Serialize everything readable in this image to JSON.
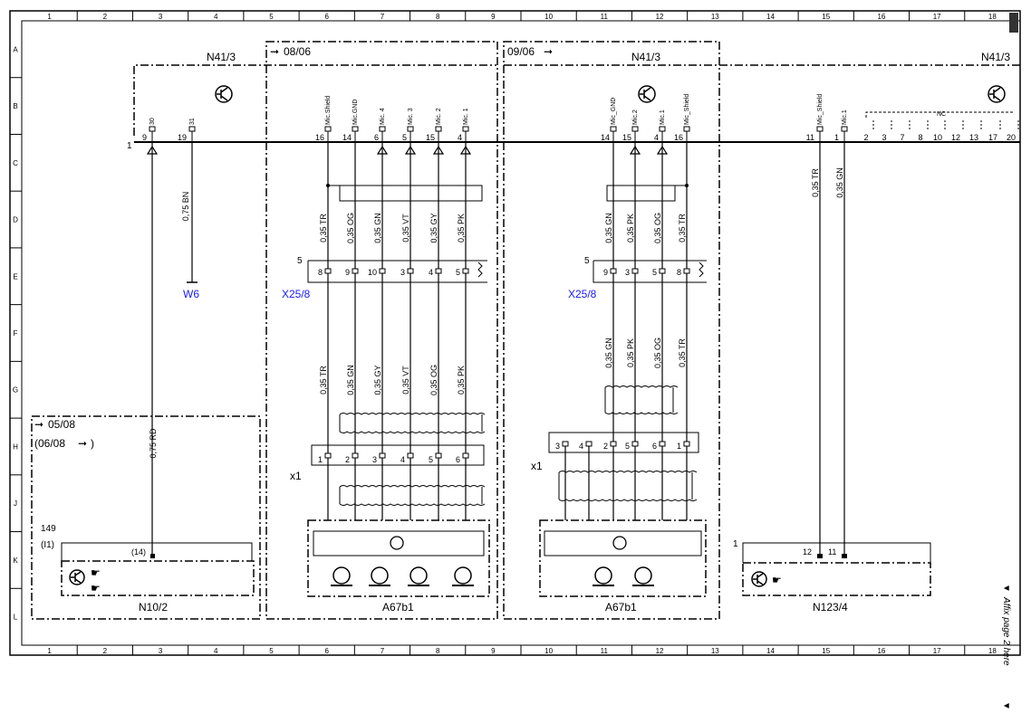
{
  "grid": {
    "columns": [
      "1",
      "2",
      "3",
      "4",
      "5",
      "6",
      "7",
      "8",
      "9",
      "10",
      "11",
      "12",
      "13",
      "14",
      "15",
      "16",
      "17",
      "18"
    ],
    "rows": [
      "A",
      "B",
      "C",
      "D",
      "E",
      "F",
      "G",
      "H",
      "J",
      "K",
      "L"
    ]
  },
  "n41_3_left": {
    "title": "N41/3",
    "ref_number": "1",
    "pins": [
      {
        "num": "9",
        "name": "30"
      },
      {
        "num": "19",
        "name": "31"
      }
    ]
  },
  "section1": {
    "ref": "08/06",
    "pins": [
      {
        "num": "16",
        "name": "Mic.Shield"
      },
      {
        "num": "14",
        "name": "Mic.GND"
      },
      {
        "num": "6",
        "name": "Mic. 4"
      },
      {
        "num": "5",
        "name": "Mic. 3"
      },
      {
        "num": "15",
        "name": "Mic. 2"
      },
      {
        "num": "4",
        "name": "Mic. 1"
      }
    ],
    "wires_upper": [
      "0,35 TR",
      "0,35 OG",
      "0,35 GN",
      "0,35 VT",
      "0,35 GY",
      "0,35 PK"
    ],
    "connector": {
      "label": "X25/8",
      "number": "5",
      "pins": [
        "8",
        "9",
        "10",
        "3",
        "4",
        "5"
      ]
    },
    "wires_lower": [
      "0,35 TR",
      "0,35 GN",
      "0,35 GY",
      "0,35 VT",
      "0,35 OG",
      "0,35 PK"
    ],
    "splice": {
      "label": "x1",
      "pins": [
        "1",
        "2",
        "3",
        "4",
        "5",
        "6"
      ]
    },
    "device": "A67b1"
  },
  "section2": {
    "ref": "09/06",
    "title": "N41/3",
    "pins": [
      {
        "num": "14",
        "name": "Mic_GND"
      },
      {
        "num": "15",
        "name": "Mic.2"
      },
      {
        "num": "4",
        "name": "Mic.1"
      },
      {
        "num": "16",
        "name": "Mic_Shield"
      }
    ],
    "wires_upper": [
      "0,35 GN",
      "0,35 PK",
      "0,35 OG",
      "0,35 TR"
    ],
    "connector": {
      "label": "X25/8",
      "number": "5",
      "pins": [
        "9",
        "3",
        "5",
        "8"
      ]
    },
    "wires_lower": [
      "0,35 GN",
      "0,35 PK",
      "0,35 OG",
      "0,35 TR"
    ],
    "splice": {
      "label": "x1",
      "pins": [
        "3",
        "4",
        "2",
        "5",
        "6",
        "1"
      ]
    },
    "device": "A67b1"
  },
  "n41_3_right": {
    "title": "N41/3",
    "pins": [
      {
        "num": "11",
        "name": "Mic_Shield"
      },
      {
        "num": "1",
        "name": "Mic.1"
      }
    ],
    "nc_label": "NC",
    "nc_pins": [
      "2",
      "3",
      "7",
      "8",
      "10",
      "12",
      "13",
      "17",
      "20"
    ],
    "wires": [
      "0,35 TR",
      "0,35 GN"
    ]
  },
  "left_wires": {
    "bn": "0,75 BN",
    "ground": "W6",
    "rd": "0,75 RD"
  },
  "n10_2": {
    "title": "N10/2",
    "ref1": "05/08",
    "ref2": "(06/08",
    "ref2_close": ")",
    "pin_ref": "149",
    "pin_ref2": "(I1)",
    "pin": "(14)"
  },
  "n123_4": {
    "title": "N123/4",
    "ref_number": "1",
    "pins": [
      "12",
      "11"
    ]
  },
  "affix_note": "Affix page 2 here"
}
